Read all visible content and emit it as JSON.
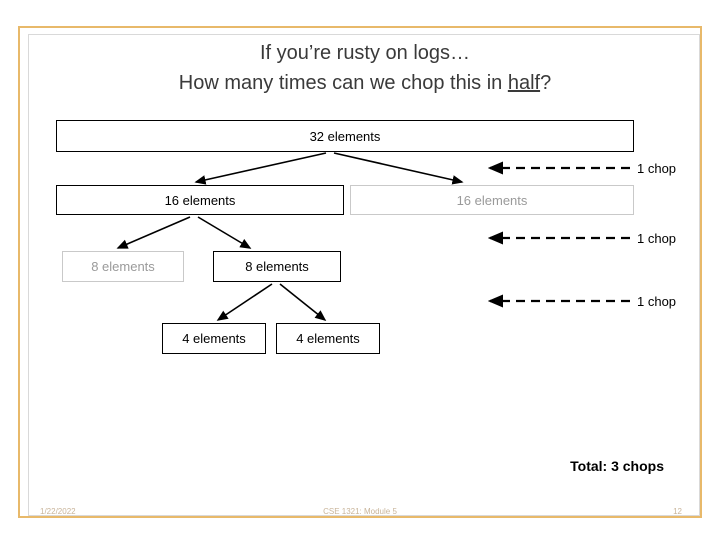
{
  "slide": {
    "title_line1": "If you’re rusty on logs…",
    "title_line2_before": "How many times can we chop this in ",
    "title_line2_underlined": "half",
    "title_line2_after": "?",
    "accent_color": "#e8b96a",
    "footer": {
      "date": "1/22/2022",
      "center": "CSE 1321: Module 5",
      "page": "12"
    }
  },
  "tree": {
    "boxes": [
      {
        "label": "32 elements",
        "style": "solid"
      },
      {
        "label": "16 elements",
        "style": "solid"
      },
      {
        "label": "16 elements",
        "style": "faded"
      },
      {
        "label": "8 elements",
        "style": "faded"
      },
      {
        "label": "8 elements",
        "style": "solid"
      },
      {
        "label": "4 elements",
        "style": "solid"
      },
      {
        "label": "4 elements",
        "style": "solid"
      }
    ]
  },
  "annotations": {
    "chop1": "1 chop",
    "chop2": "1 chop",
    "chop3": "1 chop",
    "total": "Total: 3 chops"
  }
}
